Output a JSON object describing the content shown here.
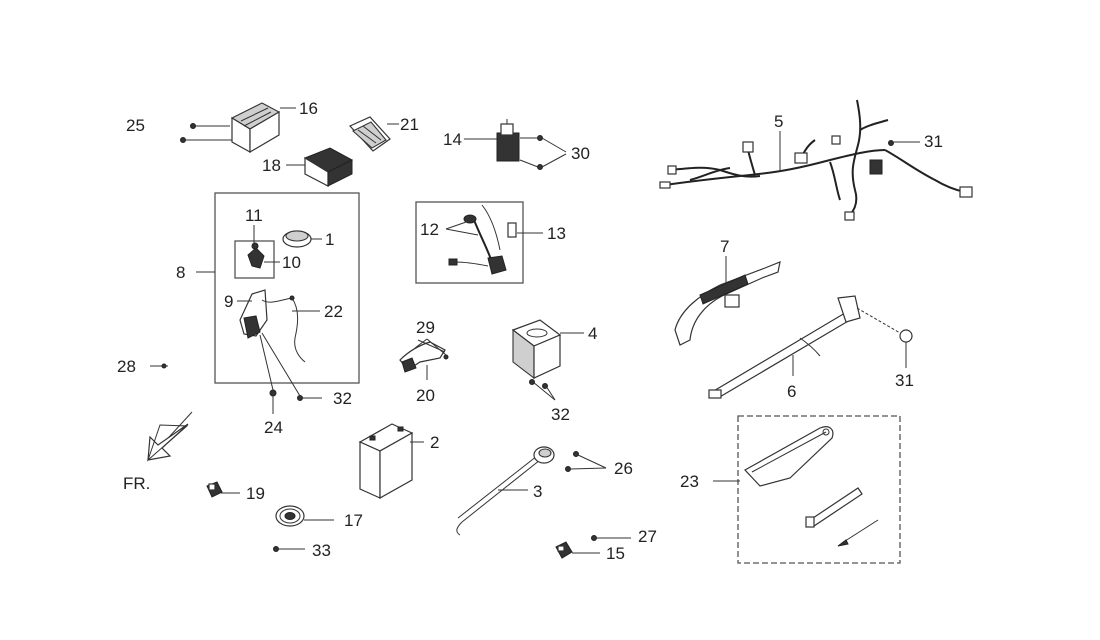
{
  "diagram": {
    "type": "exploded parts diagram",
    "callouts": {
      "c1": "1",
      "c2": "2",
      "c3": "3",
      "c4": "4",
      "c5": "5",
      "c6": "6",
      "c7": "7",
      "c8": "8",
      "c9": "9",
      "c10": "10",
      "c11": "11",
      "c12": "12",
      "c13": "13",
      "c14": "14",
      "c15": "15",
      "c16": "16",
      "c17": "17",
      "c18": "18",
      "c19": "19",
      "c20": "20",
      "c21": "21",
      "c22": "22",
      "c23": "23",
      "c24": "24",
      "c25": "25",
      "c26": "26",
      "c27": "27",
      "c28": "28",
      "c29": "29",
      "c30": "30",
      "c31a": "31",
      "c31b": "31",
      "c32a": "32",
      "c32b": "32",
      "c33": "33"
    },
    "direction_label": "FR."
  }
}
